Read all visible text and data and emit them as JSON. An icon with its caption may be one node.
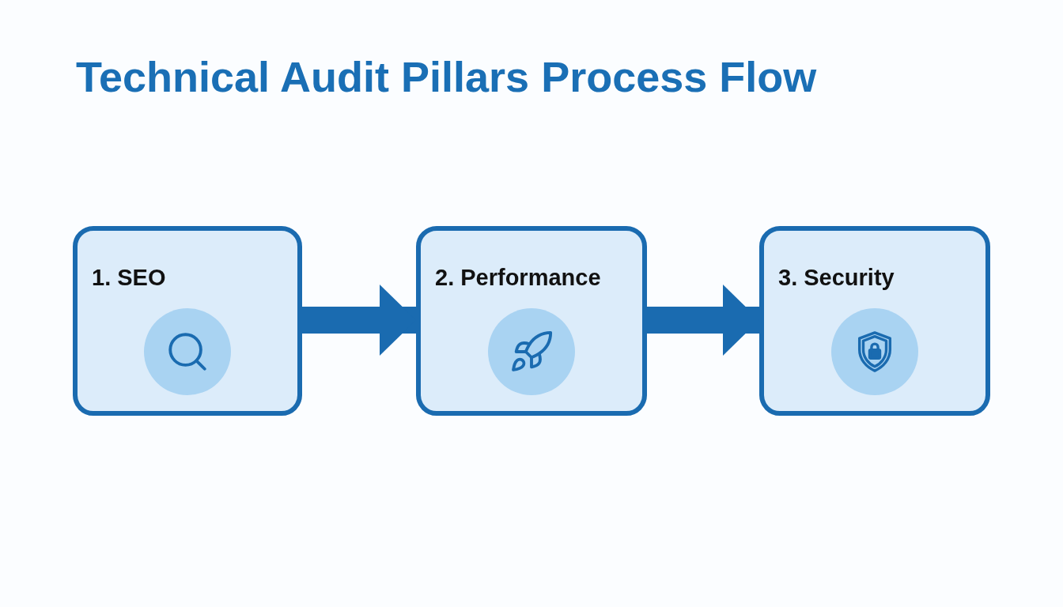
{
  "diagram": {
    "title": "Technical Audit Pillars Process Flow",
    "nodes": [
      {
        "text": [
          "1. SEO"
        ]
      },
      {
        "text": [
          "2. Performance"
        ]
      },
      {
        "text": [
          "3. Security"
        ]
      }
    ],
    "edges": [
      {
        "from": 0,
        "to": 1,
        "arrow": "to"
      },
      {
        "from": 1,
        "to": 2,
        "arrow": "to"
      }
    ]
  }
}
